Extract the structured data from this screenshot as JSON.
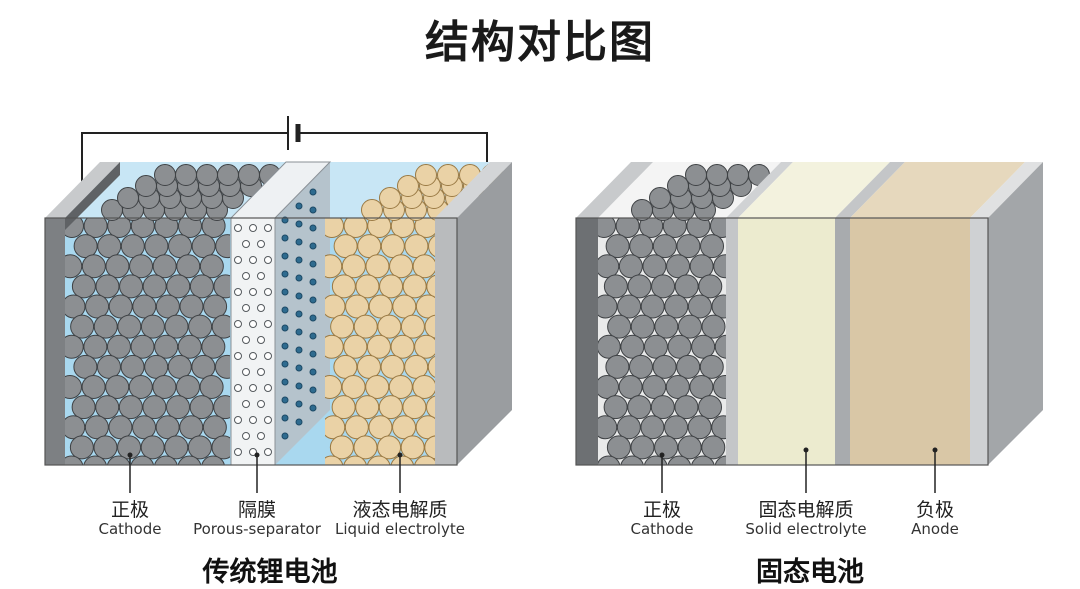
{
  "title": "结构对比图",
  "colors": {
    "electrolyte_liquid": "#a9d8ef",
    "particle_gray": "#8c8f92",
    "particle_tan": "#ead2a6",
    "solid_electrolyte": "#ecebcf",
    "anode": "#d9c7a6",
    "frame_gray": "#a3a6a9",
    "frame_dark": "#6d7073"
  },
  "liquid_battery": {
    "caption": "传统锂电池",
    "labels": [
      {
        "zh": "正极",
        "en": "Cathode"
      },
      {
        "zh": "隔膜",
        "en": "Porous-separator"
      },
      {
        "zh": "液态电解质",
        "en": "Liquid electrolyte"
      }
    ]
  },
  "solid_battery": {
    "caption": "固态电池",
    "labels": [
      {
        "zh": "正极",
        "en": "Cathode"
      },
      {
        "zh": "固态电解质",
        "en": "Solid electrolyte"
      },
      {
        "zh": "负极",
        "en": "Anode"
      }
    ]
  }
}
